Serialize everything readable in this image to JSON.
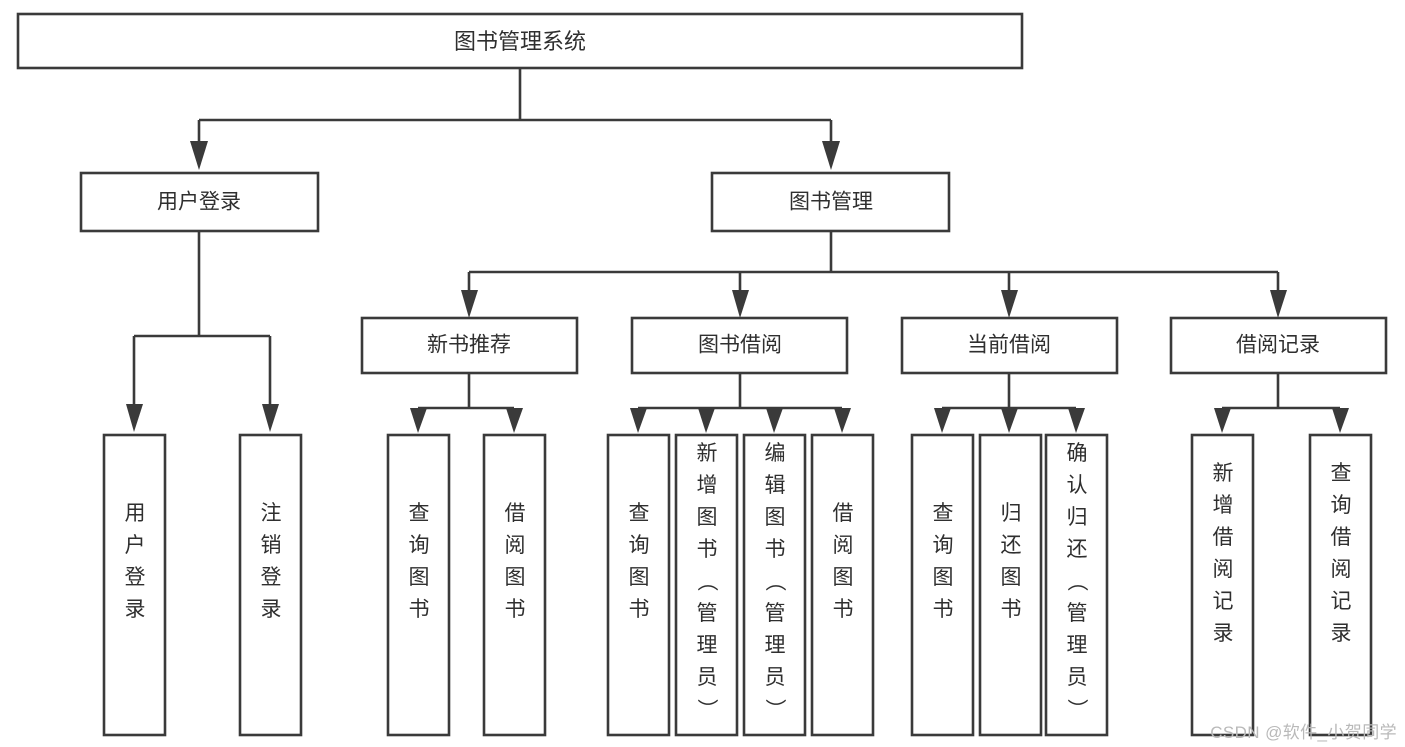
{
  "diagram": {
    "title": "图书管理系统",
    "type": "tree-hierarchy-chart",
    "watermark": "CSDN @软件_小贺同学",
    "colors": {
      "stroke": "#3a3a3a",
      "fill": "#ffffff",
      "text": "#2f2f2f",
      "watermark": "#b9b9b9"
    },
    "levels": {
      "root": "图书管理系统",
      "level2": [
        "用户登录",
        "图书管理"
      ],
      "level3": [
        "新书推荐",
        "图书借阅",
        "当前借阅",
        "借阅记录"
      ]
    },
    "nodes": {
      "root": {
        "label": "图书管理系统"
      },
      "user_login": {
        "label": "用户登录"
      },
      "book_manage": {
        "label": "图书管理"
      },
      "new_book_rec": {
        "label": "新书推荐"
      },
      "book_borrow": {
        "label": "图书借阅"
      },
      "current_borrow": {
        "label": "当前借阅"
      },
      "borrow_record": {
        "label": "借阅记录"
      },
      "leaf_user_login": {
        "label": "用户登录"
      },
      "leaf_logout": {
        "label": "注销登录"
      },
      "leaf_query_book_a": {
        "label": "查询图书"
      },
      "leaf_borrow_book_a": {
        "label": "借阅图书"
      },
      "leaf_query_book_b": {
        "label": "查询图书"
      },
      "leaf_add_book": {
        "label": "新增图书（管理员）"
      },
      "leaf_edit_book": {
        "label": "编辑图书（管理员）"
      },
      "leaf_borrow_book_b": {
        "label": "借阅图书"
      },
      "leaf_query_book_c": {
        "label": "查询图书"
      },
      "leaf_return_book": {
        "label": "归还图书"
      },
      "leaf_confirm_return": {
        "label": "确认归还（管理员）"
      },
      "leaf_add_record": {
        "label": "新增借阅记录"
      },
      "leaf_query_record": {
        "label": "查询借阅记录"
      }
    },
    "edges": [
      {
        "from": "root",
        "to": "user_login"
      },
      {
        "from": "root",
        "to": "book_manage"
      },
      {
        "from": "user_login",
        "to": "leaf_user_login"
      },
      {
        "from": "user_login",
        "to": "leaf_logout"
      },
      {
        "from": "book_manage",
        "to": "new_book_rec"
      },
      {
        "from": "book_manage",
        "to": "book_borrow"
      },
      {
        "from": "book_manage",
        "to": "current_borrow"
      },
      {
        "from": "book_manage",
        "to": "borrow_record"
      },
      {
        "from": "new_book_rec",
        "to": "leaf_query_book_a"
      },
      {
        "from": "new_book_rec",
        "to": "leaf_borrow_book_a"
      },
      {
        "from": "book_borrow",
        "to": "leaf_query_book_b"
      },
      {
        "from": "book_borrow",
        "to": "leaf_add_book"
      },
      {
        "from": "book_borrow",
        "to": "leaf_edit_book"
      },
      {
        "from": "book_borrow",
        "to": "leaf_borrow_book_b"
      },
      {
        "from": "current_borrow",
        "to": "leaf_query_book_c"
      },
      {
        "from": "current_borrow",
        "to": "leaf_return_book"
      },
      {
        "from": "current_borrow",
        "to": "leaf_confirm_return"
      },
      {
        "from": "borrow_record",
        "to": "leaf_add_record"
      },
      {
        "from": "borrow_record",
        "to": "leaf_query_record"
      }
    ]
  }
}
